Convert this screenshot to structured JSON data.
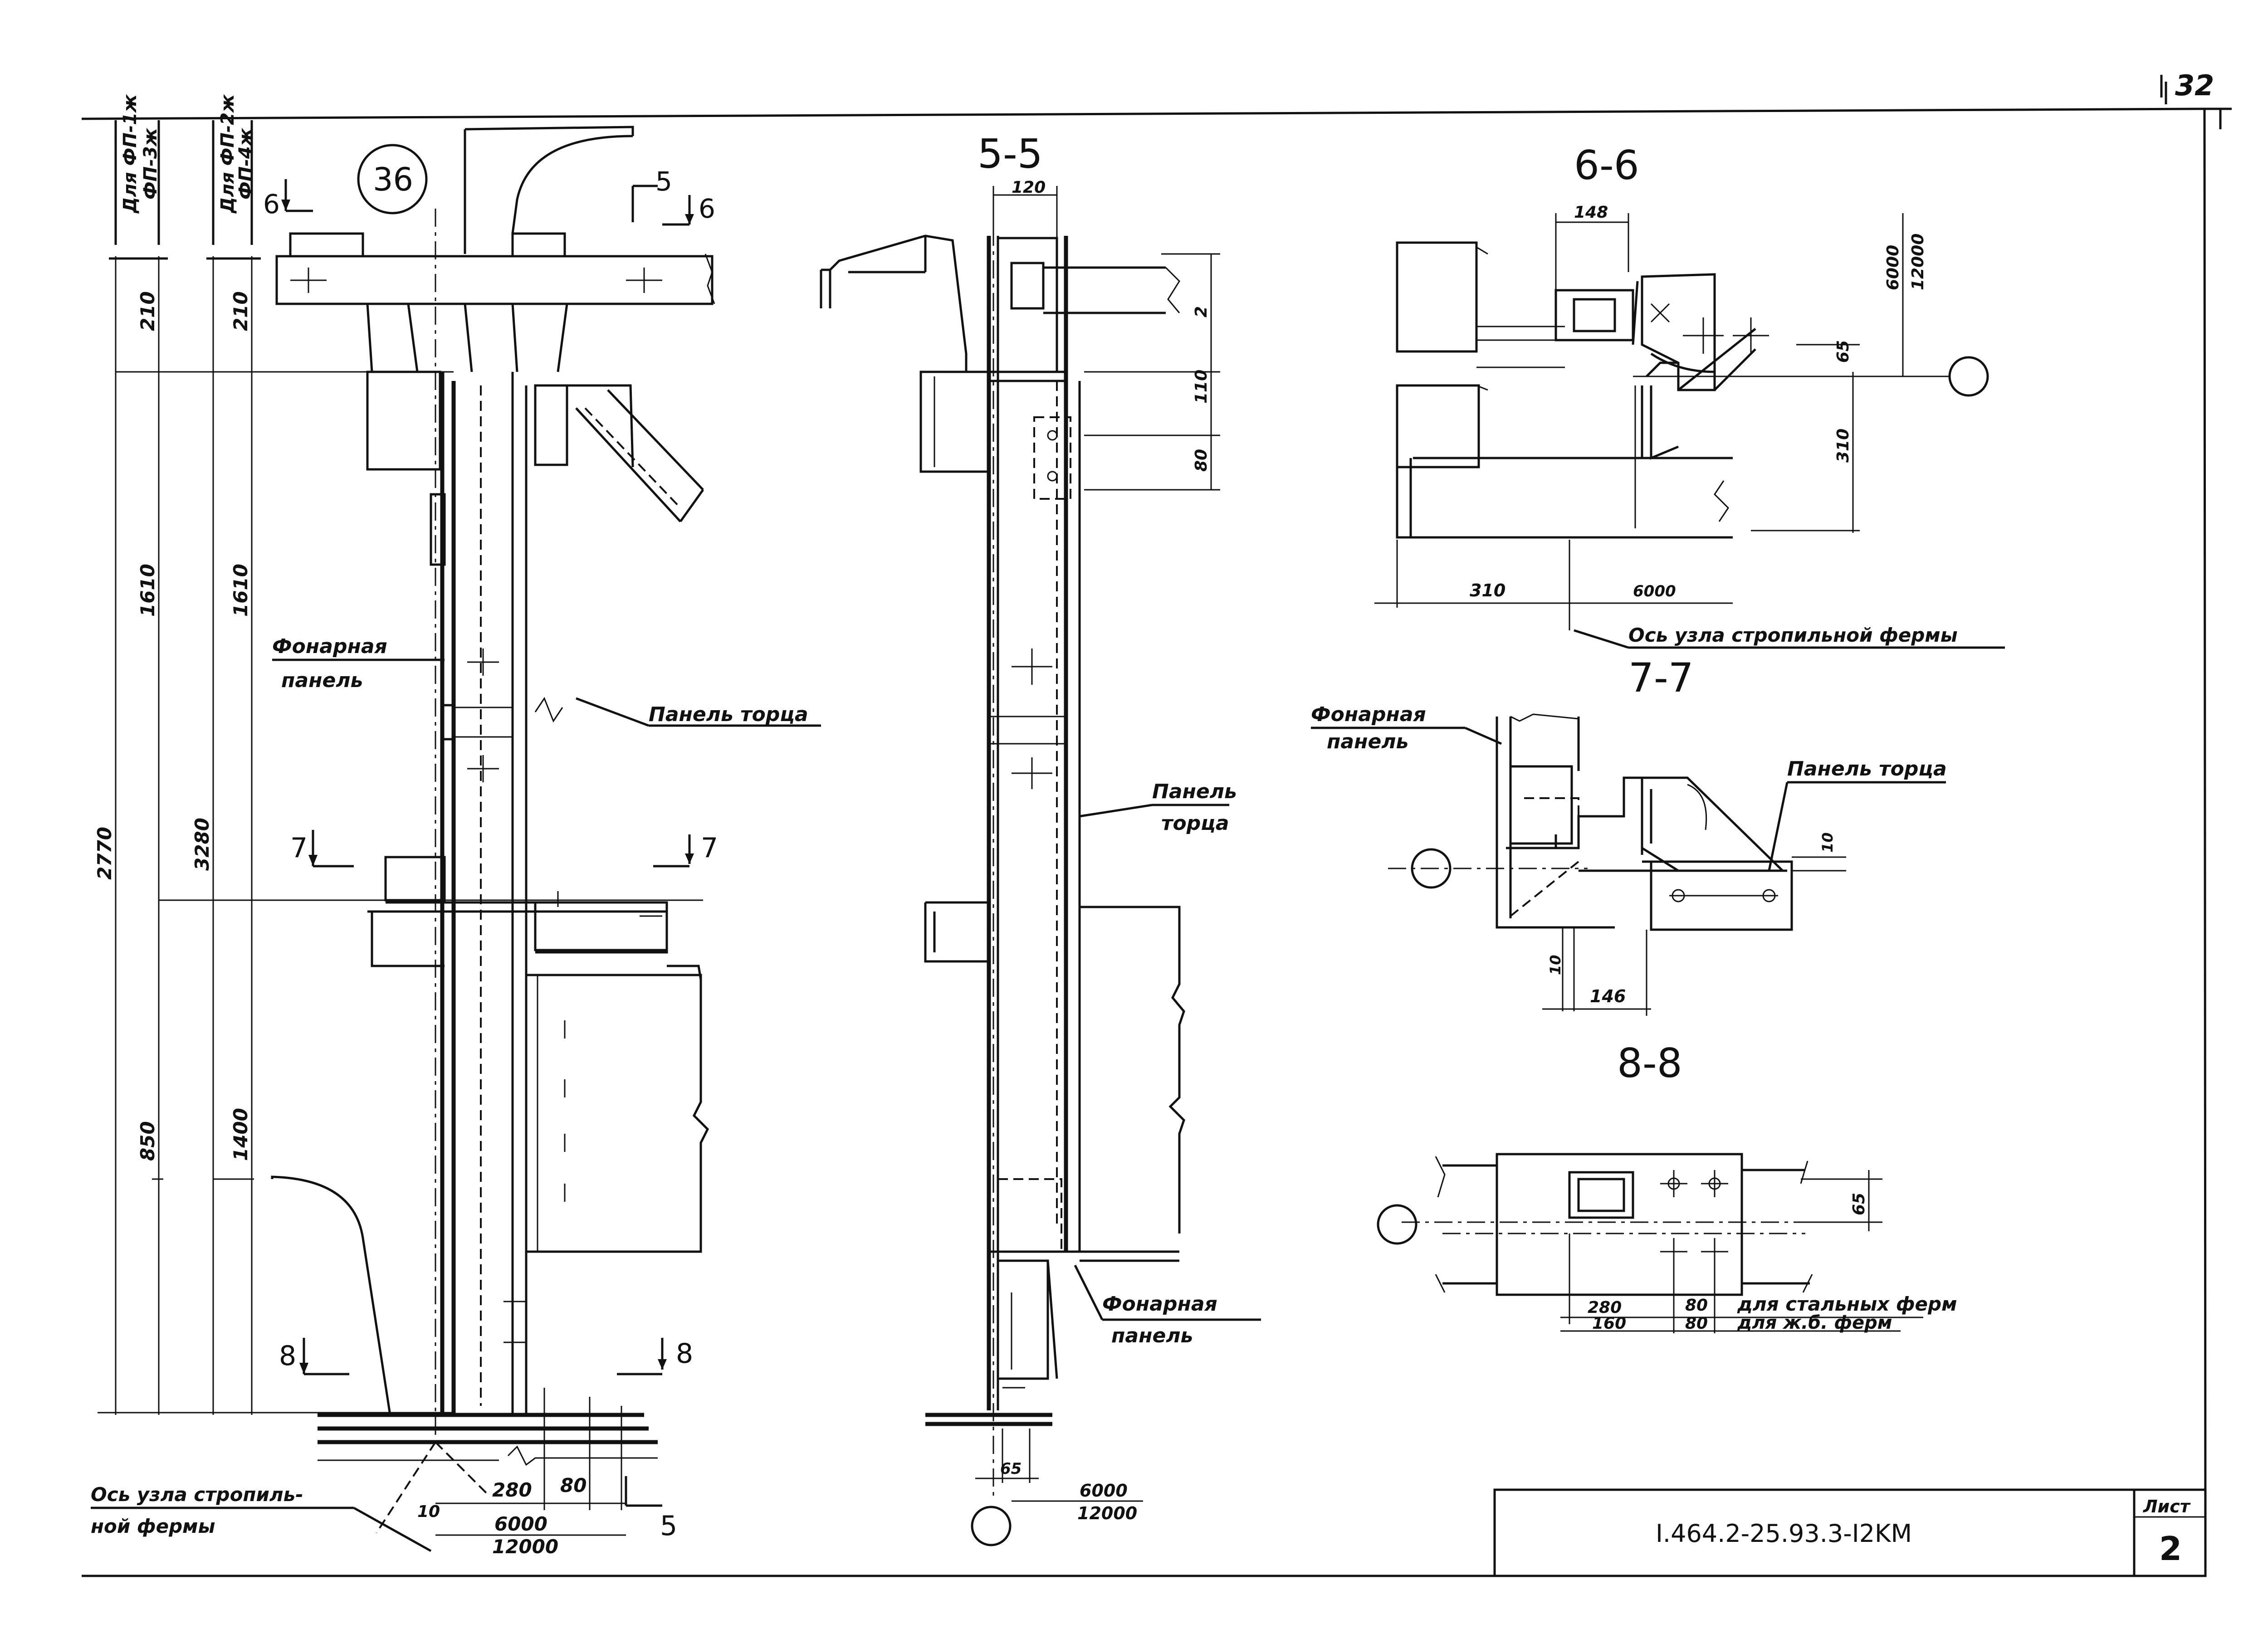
{
  "sheet": {
    "page_number": "32",
    "code": "I.464.2-25.93.3-I2KM",
    "sheet_label": "Лист",
    "sheet_no": "2"
  },
  "left": {
    "col1_label": "Для ФП-1ж",
    "col1_sub": "ФП-3ж",
    "col2_label": "Для ФП-2ж",
    "col2_sub": "ФП-4ж",
    "node_no": "36",
    "dims_col1": [
      "210",
      "1610",
      "850"
    ],
    "dims_col2": [
      "210",
      "1610",
      "1400"
    ],
    "dim_total_1": "2770",
    "dim_total_2": "3280",
    "cut_6": "6",
    "cut_5": "5",
    "cut_7": "7",
    "cut_8": "8",
    "label_lantern_1": "Фонарная",
    "label_lantern_2": "панель",
    "label_end_panel": "Панель торца",
    "axis_1": "Ось узла стропиль-",
    "axis_2": "ной фермы",
    "bot_280": "280",
    "bot_80": "80",
    "bot_10": "10",
    "bot_6000": "6000",
    "bot_12000": "12000"
  },
  "s55": {
    "title": "5-5",
    "d120": "120",
    "d2": "2",
    "d110": "110",
    "d80": "80",
    "end_1": "Панель",
    "end_2": "торца",
    "lan_1": "Фонарная",
    "lan_2": "панель",
    "d65": "65",
    "d6000": "6000",
    "d12000": "12000"
  },
  "s66": {
    "title": "6-6",
    "d148": "148",
    "d6000v": "6000",
    "d12000v": "12000",
    "d65": "65",
    "d310v": "310",
    "d310": "310",
    "d6000": "6000",
    "axis": "Ось узла стропильной фермы"
  },
  "s77": {
    "title": "7-7",
    "lan_1": "Фонарная",
    "lan_2": "панель",
    "end": "Панель торца",
    "d10a": "10",
    "d10b": "10",
    "d146": "146"
  },
  "s88": {
    "title": "8-8",
    "d65": "65",
    "d280": "280",
    "d80a": "80",
    "note1": "для стальных ферм",
    "d160": "160",
    "d80b": "80",
    "note2": "для ж.б. ферм"
  }
}
